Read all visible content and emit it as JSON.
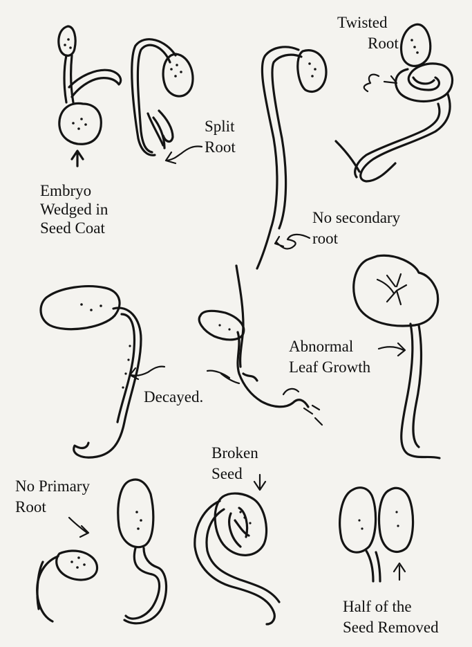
{
  "labels": {
    "embryo_wedged": [
      "Embryo",
      "Wedged in",
      "Seed Coat"
    ],
    "split_root": [
      "Split",
      "Root"
    ],
    "twisted_root": [
      "Twisted",
      "Root"
    ],
    "no_secondary_root": [
      "No secondary",
      "root"
    ],
    "abnormal_leaf_growth": [
      "Abnormal",
      "Leaf Growth"
    ],
    "decayed": [
      "Decayed."
    ],
    "broken_seed": [
      "Broken",
      "Seed"
    ],
    "no_primary_root": [
      "No Primary",
      "Root"
    ],
    "half_seed_removed": [
      "Half of the",
      "Seed Removed"
    ]
  }
}
